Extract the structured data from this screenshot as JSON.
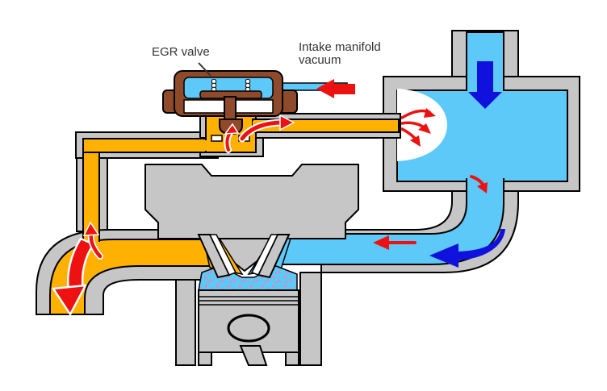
{
  "diagram": {
    "labels": {
      "egr_valve": "EGR valve",
      "intake_manifold_vacuum_line1": "Intake manifold",
      "intake_manifold_vacuum_line2": "vacuum"
    }
  },
  "colors": {
    "background": "#FFFFFF",
    "exhaust_gas": "#FFB101",
    "intake_air": "#5CC9F8",
    "metal_gray": "#C6C6C6",
    "valve_brown": "#8F4A2B",
    "arrow_red": "#EE1111",
    "arrow_blue": "#1111DD",
    "outline_black": "#000000",
    "mixture_dot": "#F080B2",
    "label_text": "#333333"
  }
}
